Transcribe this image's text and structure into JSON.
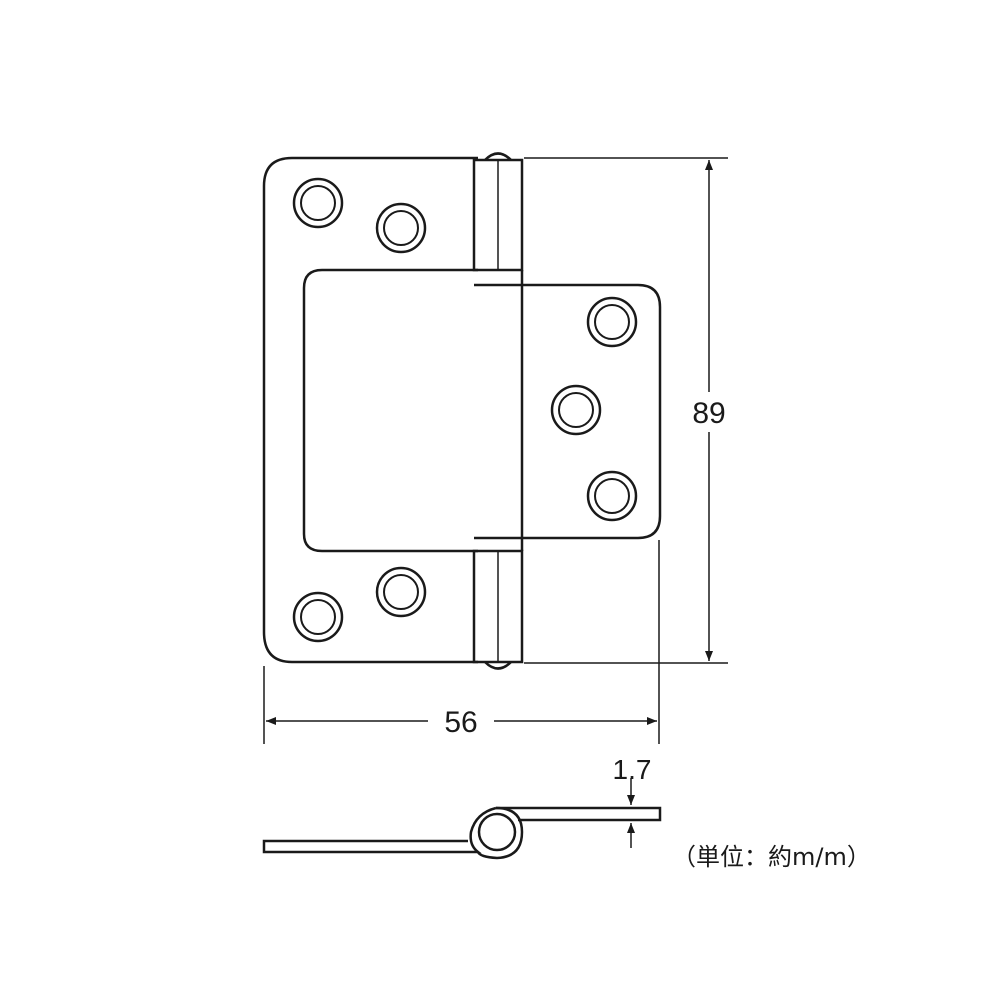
{
  "dimensions": {
    "height": "89",
    "width": "56",
    "thickness": "1.7"
  },
  "unit_note": "（単位：約m/m）"
}
